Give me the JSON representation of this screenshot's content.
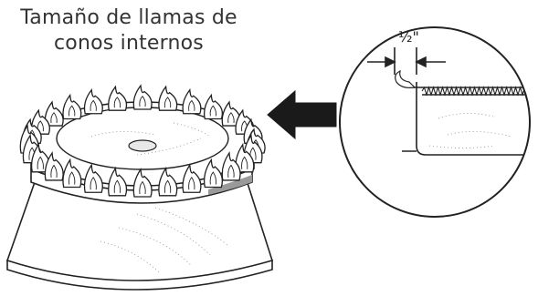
{
  "caption": {
    "line1": "Tamaño de llamas de",
    "line2": "conos internos"
  },
  "detail": {
    "dimension_label": "½\""
  },
  "colors": {
    "line": "#222222",
    "arrow": "#1a1a1a",
    "stipple": "#8a8a8a"
  },
  "flame_count": 28
}
